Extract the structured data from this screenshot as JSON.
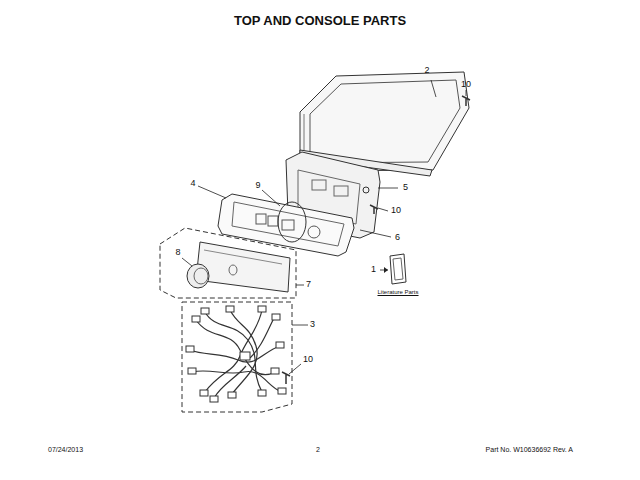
{
  "diagram": {
    "title": "TOP AND CONSOLE PARTS",
    "labels": [
      "2",
      "10",
      "5",
      "4",
      "9",
      "10",
      "6",
      "8",
      "1",
      "Literature Parts",
      "7",
      "3",
      "10",
      "07/24/2013",
      "2",
      "Part No. W10636692  Rev. A"
    ]
  }
}
